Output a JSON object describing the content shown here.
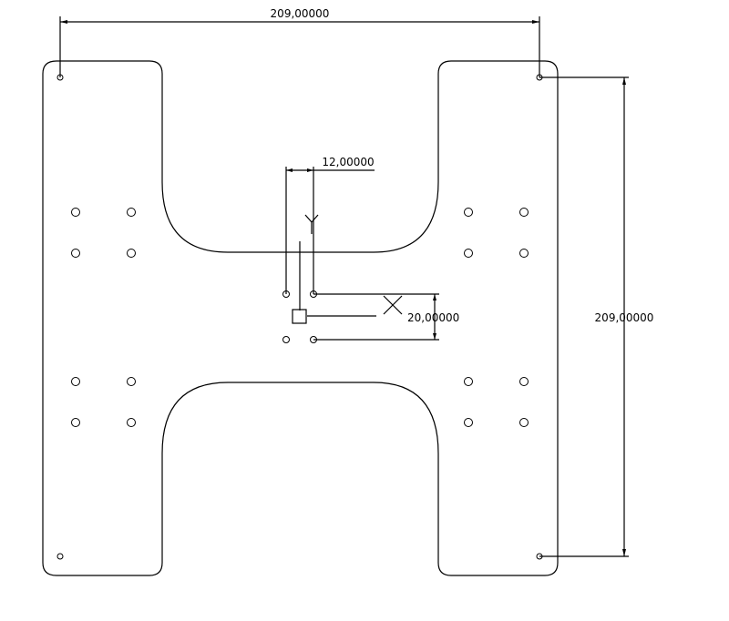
{
  "dimensions": {
    "top_width": "209,00000",
    "right_height": "209,00000",
    "center_spacing": "12,00000",
    "center_vertical": "20,00000"
  },
  "colors": {
    "stroke": "#000000",
    "background": "#ffffff"
  },
  "icons": {
    "ucs": "ucs-y-axis-icon",
    "cursor": "x-cursor-icon"
  }
}
